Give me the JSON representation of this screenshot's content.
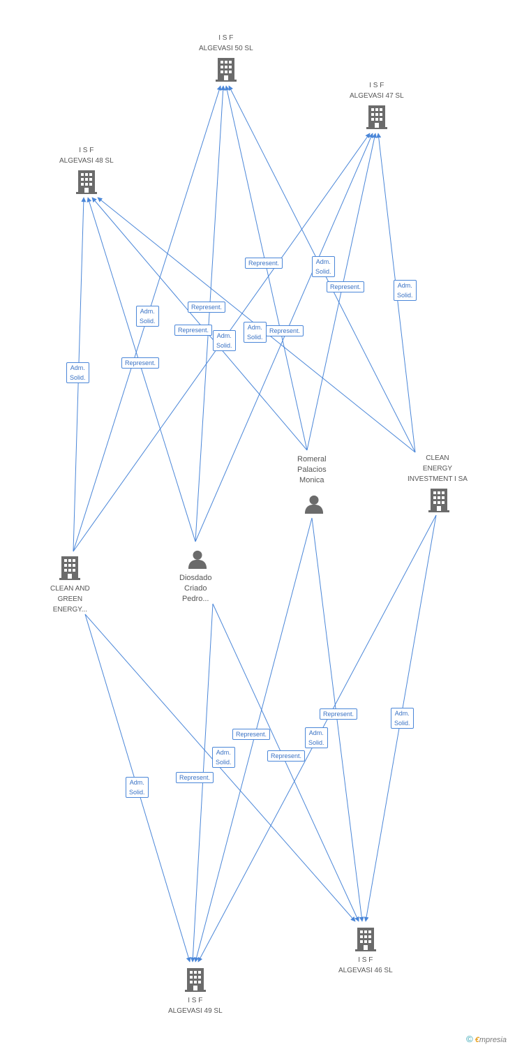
{
  "colors": {
    "edge": "#4a86d8",
    "icon": "#6b6b6b",
    "label": "#555555"
  },
  "nodes": {
    "isf50": {
      "type": "company",
      "lines": [
        "I S F",
        "ALGEVASI 50 SL"
      ]
    },
    "isf47": {
      "type": "company",
      "lines": [
        "I S F",
        "ALGEVASI 47 SL"
      ]
    },
    "isf48": {
      "type": "company",
      "lines": [
        "I S F",
        "ALGEVASI 48 SL"
      ]
    },
    "romeral": {
      "type": "person",
      "lines": [
        "Romeral",
        "Palacios",
        "Monica"
      ]
    },
    "clean_energy": {
      "type": "company",
      "lines": [
        "CLEAN",
        "ENERGY",
        "INVESTMENT I SA"
      ]
    },
    "clean_green": {
      "type": "company",
      "lines": [
        "CLEAN AND",
        "GREEN",
        "ENERGY..."
      ]
    },
    "diosdado": {
      "type": "person",
      "lines": [
        "Diosdado",
        "Criado",
        "Pedro..."
      ]
    },
    "isf46": {
      "type": "company",
      "lines": [
        "I S F",
        "ALGEVASI 46 SL"
      ]
    },
    "isf49": {
      "type": "company",
      "lines": [
        "I S F",
        "ALGEVASI 49 SL"
      ]
    }
  },
  "edges": [
    {
      "from": "clean_green",
      "to": "isf48",
      "label": [
        "Adm.",
        "Solid."
      ]
    },
    {
      "from": "clean_green",
      "to": "isf50",
      "label": [
        "Adm.",
        "Solid."
      ]
    },
    {
      "from": "clean_green",
      "to": "isf47",
      "label": [
        "Adm.",
        "Solid."
      ]
    },
    {
      "from": "clean_green",
      "to": "isf49",
      "label": [
        "Adm.",
        "Solid."
      ]
    },
    {
      "from": "clean_green",
      "to": "isf46",
      "label": [
        "Adm.",
        "Solid."
      ]
    },
    {
      "from": "diosdado",
      "to": "isf48",
      "label": [
        "Represent."
      ]
    },
    {
      "from": "diosdado",
      "to": "isf50",
      "label": [
        "Represent."
      ]
    },
    {
      "from": "diosdado",
      "to": "isf47",
      "label": [
        "Represent."
      ]
    },
    {
      "from": "diosdado",
      "to": "isf49",
      "label": [
        "Represent."
      ]
    },
    {
      "from": "diosdado",
      "to": "isf46",
      "label": [
        "Represent."
      ]
    },
    {
      "from": "romeral",
      "to": "isf48",
      "label": [
        "Represent."
      ]
    },
    {
      "from": "romeral",
      "to": "isf50",
      "label": [
        "Represent."
      ]
    },
    {
      "from": "romeral",
      "to": "isf47",
      "label": [
        "Represent."
      ]
    },
    {
      "from": "romeral",
      "to": "isf49",
      "label": [
        "Represent."
      ]
    },
    {
      "from": "romeral",
      "to": "isf46",
      "label": [
        "Represent."
      ]
    },
    {
      "from": "clean_energy",
      "to": "isf48",
      "label": [
        "Adm.",
        "Solid."
      ]
    },
    {
      "from": "clean_energy",
      "to": "isf50",
      "label": [
        "Adm.",
        "Solid."
      ]
    },
    {
      "from": "clean_energy",
      "to": "isf47",
      "label": [
        "Adm.",
        "Solid."
      ]
    },
    {
      "from": "clean_energy",
      "to": "isf49",
      "label": [
        "Adm.",
        "Solid."
      ]
    },
    {
      "from": "clean_energy",
      "to": "isf46",
      "label": [
        "Adm.",
        "Solid."
      ]
    }
  ],
  "brand": {
    "copyright": "©",
    "first_letter": "€",
    "rest": "mpresia"
  }
}
